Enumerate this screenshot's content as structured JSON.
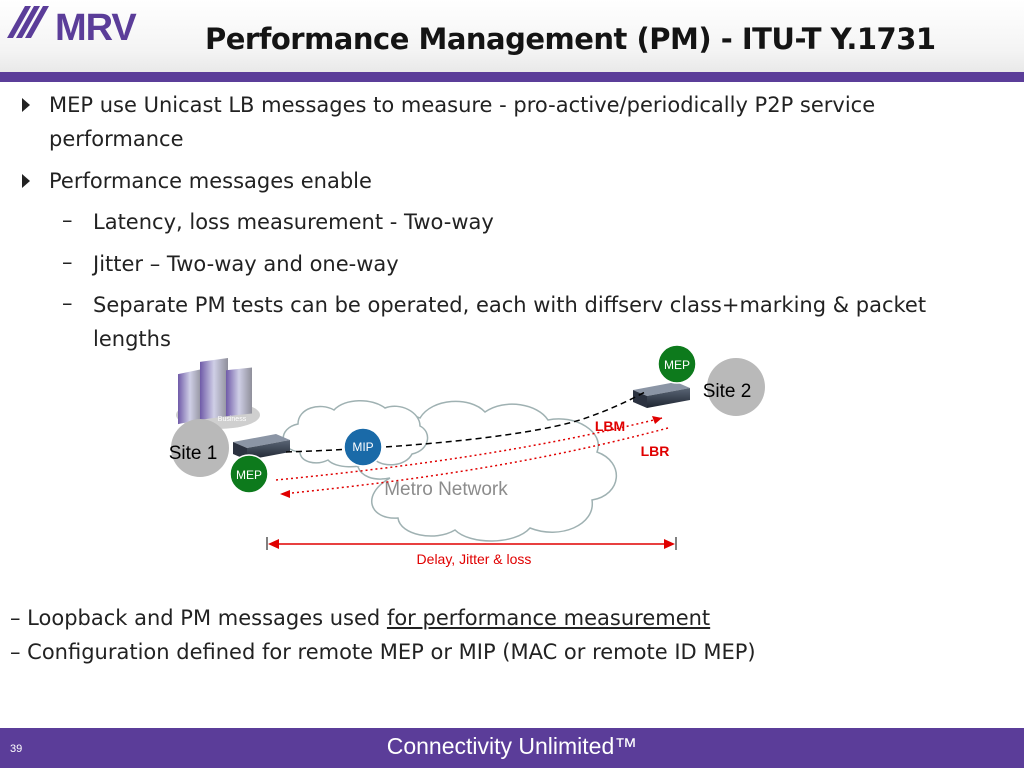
{
  "header": {
    "logo_text": "MRV",
    "title": "Performance Management (PM) - ITU-T Y.1731"
  },
  "bullets": [
    {
      "lines": [
        "MEP use Unicast LB messages to measure - pro-active/periodically P2P service",
        "performance"
      ],
      "sub": []
    },
    {
      "lines": [
        "Performance messages enable"
      ],
      "sub": [
        {
          "lines": [
            "Latency, loss measurement - Two-way"
          ]
        },
        {
          "lines": [
            "Jitter – Two-way and one-way"
          ]
        },
        {
          "lines": [
            "Separate PM tests can be operated, each with diffserv class+marking & packet",
            "lengths"
          ]
        }
      ]
    }
  ],
  "diagram": {
    "site1": "Site 1",
    "site2": "Site 2",
    "business_label": "Business",
    "mep_label": "MEP",
    "mip_label": "MIP",
    "cloud_label": "Metro Network",
    "lbm_label": "LBM",
    "lbr_label": "LBR",
    "delay_label": "Delay, Jitter & loss",
    "colors": {
      "mep": "#0d7a1c",
      "mip": "#1a6aa8",
      "site": "#b9b9b9",
      "signal": "#e00000",
      "cloud_stroke": "#9fb1b2"
    }
  },
  "notes": {
    "line1_prefix": "– Loopback and PM messages used ",
    "line1_link": "for performance measurement",
    "line2": "– Configuration defined for remote MEP or MIP (MAC or remote ID MEP)"
  },
  "footer": {
    "tagline": "Connectivity Unlimited™",
    "page_number": "39"
  }
}
